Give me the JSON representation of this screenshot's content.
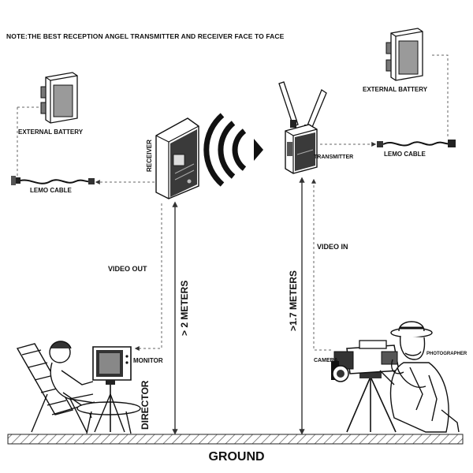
{
  "note": "NOTE:THE BEST RECEPTION ANGEL TRANSMITTER AND RECEIVER FACE TO FACE",
  "labels": {
    "external_battery_left": "EXTERNAL BATTERY",
    "external_battery_right": "EXTERNAL BATTERY",
    "lemo_cable_left": "LEMO CABLE",
    "lemo_cable_right": "LEMO CABLE",
    "receiver": "RECEIVER",
    "transmitter": "TRANSMITTER",
    "video_out": "VIDEO OUT",
    "video_in": "VIDEO IN",
    "monitor": "MONITOR",
    "director": "DIRECTOR",
    "camera": "CAMERA",
    "photographer": "PHOTOGRAPHER",
    "height_receiver": "> 2 METERS",
    "height_transmitter": ">1.7 METERS",
    "ground": "GROUND"
  },
  "icons": [
    "battery-icon",
    "lemo-cable-icon",
    "receiver-device-icon",
    "transmitter-device-icon",
    "wireless-signal-icon",
    "monitor-icon",
    "camera-icon",
    "director-figure",
    "photographer-figure",
    "ground-hatching"
  ],
  "colors": {
    "line": "#111111",
    "dashed": "#555555",
    "ground_fill": "#c9c9c9"
  }
}
